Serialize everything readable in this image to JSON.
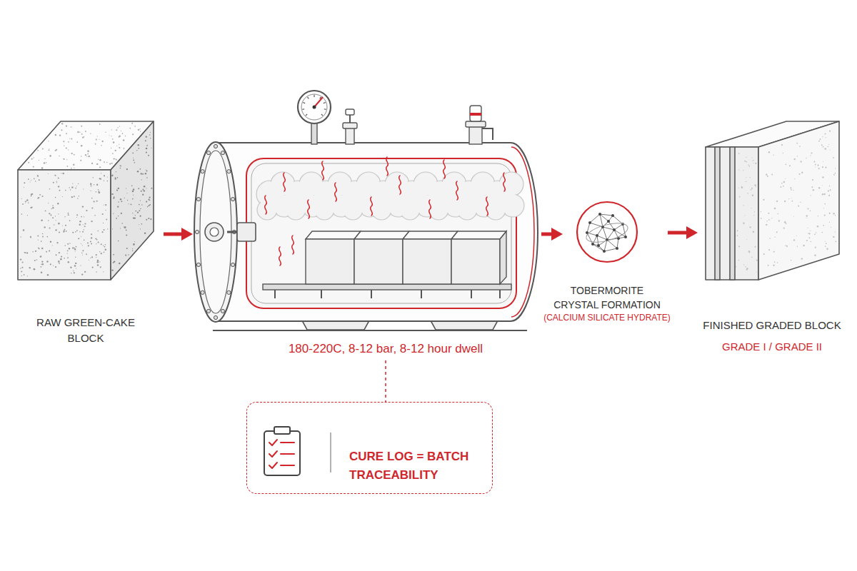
{
  "diagram": {
    "nodes": [
      {
        "text": [
          "RAW GREEN-CAKE BLOCK"
        ]
      },
      {
        "text": [
          "180-220C, 8-12 bar, 8-12 hour dwell"
        ]
      },
      {
        "text": [
          "TOBERMORITE CRYSTAL FORMATION",
          "(CALCIUM SILICATE HYDRATE)"
        ]
      },
      {
        "text": [
          "FINISHED GRADED BLOCK",
          "GRADE I / GRADE II"
        ]
      },
      {
        "text": [
          "CURE LOG = BATCH TRACEABILITY"
        ]
      }
    ],
    "edges": [
      {
        "from": 0,
        "to": 1,
        "arrow": "to"
      },
      {
        "from": 1,
        "to": 2,
        "arrow": "to"
      },
      {
        "from": 2,
        "to": 3,
        "arrow": "to"
      },
      {
        "from": 1,
        "to": 4,
        "arrow": "none"
      }
    ]
  }
}
